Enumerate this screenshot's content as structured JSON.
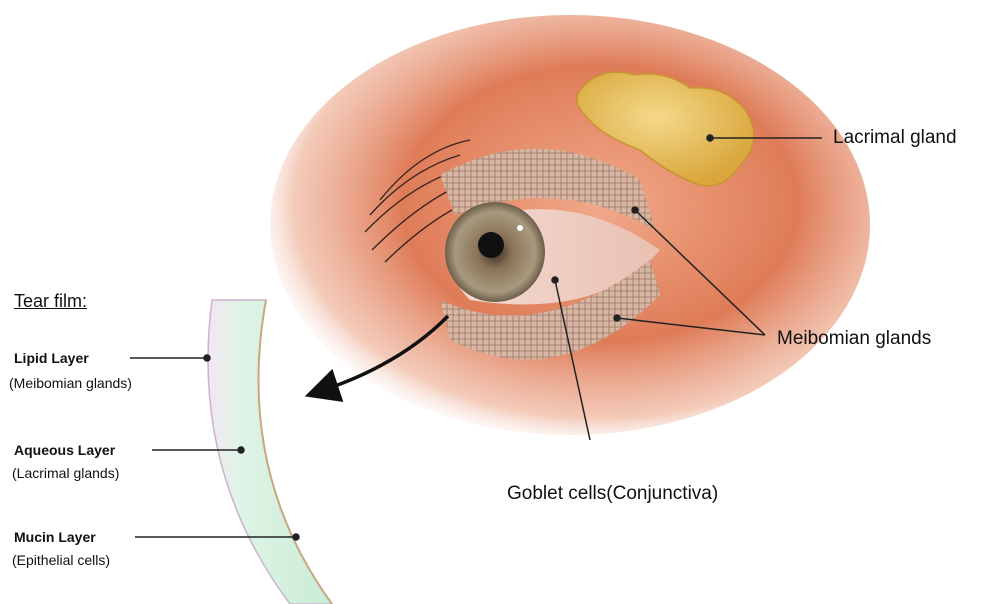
{
  "colors": {
    "skin": "#e4805f",
    "gland": "#e8c258",
    "tear_film": "#cfeedd",
    "leader_line": "#222222"
  },
  "labels": {
    "lacrimal_gland": "Lacrimal gland",
    "meibomian_glands": "Meibomian glands",
    "goblet_cells": "Goblet cells(Conjunctiva)"
  },
  "tear_film": {
    "title": "Tear film:",
    "layers": [
      {
        "name": "Lipid Layer",
        "source": "(Meibomian glands)"
      },
      {
        "name": "Aqueous Layer",
        "source": "(Lacrimal glands)"
      },
      {
        "name": "Mucin Layer",
        "source": "(Epithelial cells)"
      }
    ]
  }
}
